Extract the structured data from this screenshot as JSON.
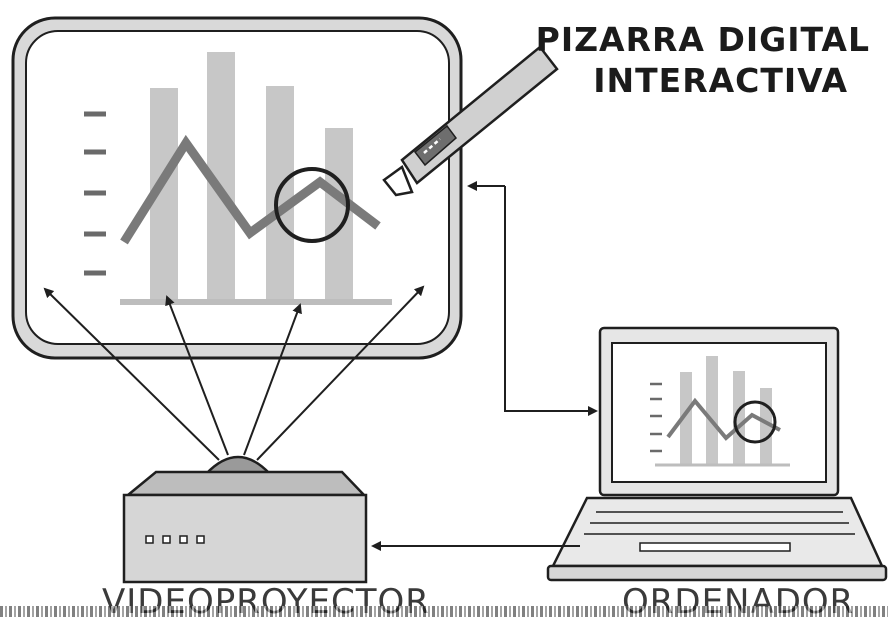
{
  "title": {
    "line1": "PIZARRA DIGITAL",
    "line2": "INTERACTIVA"
  },
  "devices": {
    "projector_label": "VIDEOPROYECTOR",
    "computer_label": "ORDENADOR"
  },
  "colors": {
    "outline": "#1f1f1f",
    "bars": "#c7c7c7",
    "line_series": "#7a7a7a",
    "ticks": "#6a6a6a",
    "device_fill": "#d6d6d6"
  }
}
